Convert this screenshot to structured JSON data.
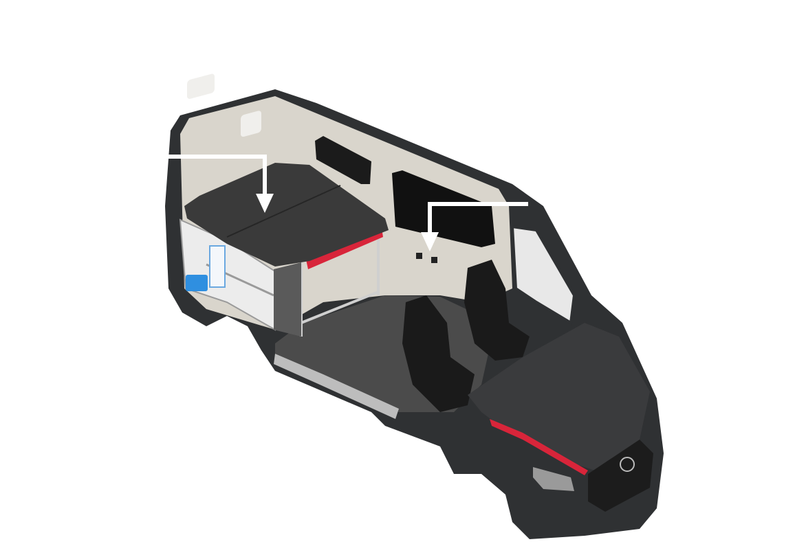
{
  "image": {
    "subject": "camper-van-cutaway",
    "colors": {
      "background": "#ffffff",
      "body": "#2f3133",
      "interior_wall": "#d9d5cc",
      "floor": "#4b4b4b",
      "bed": "#3a3a3a",
      "accent_red": "#d8253a",
      "arrow": "#ffffff",
      "storage_blue": "#2f8fe0"
    },
    "annotations": [
      {
        "kind": "arrow",
        "points_to": "bed"
      },
      {
        "kind": "arrow",
        "points_to": "wall-outlets"
      }
    ]
  }
}
